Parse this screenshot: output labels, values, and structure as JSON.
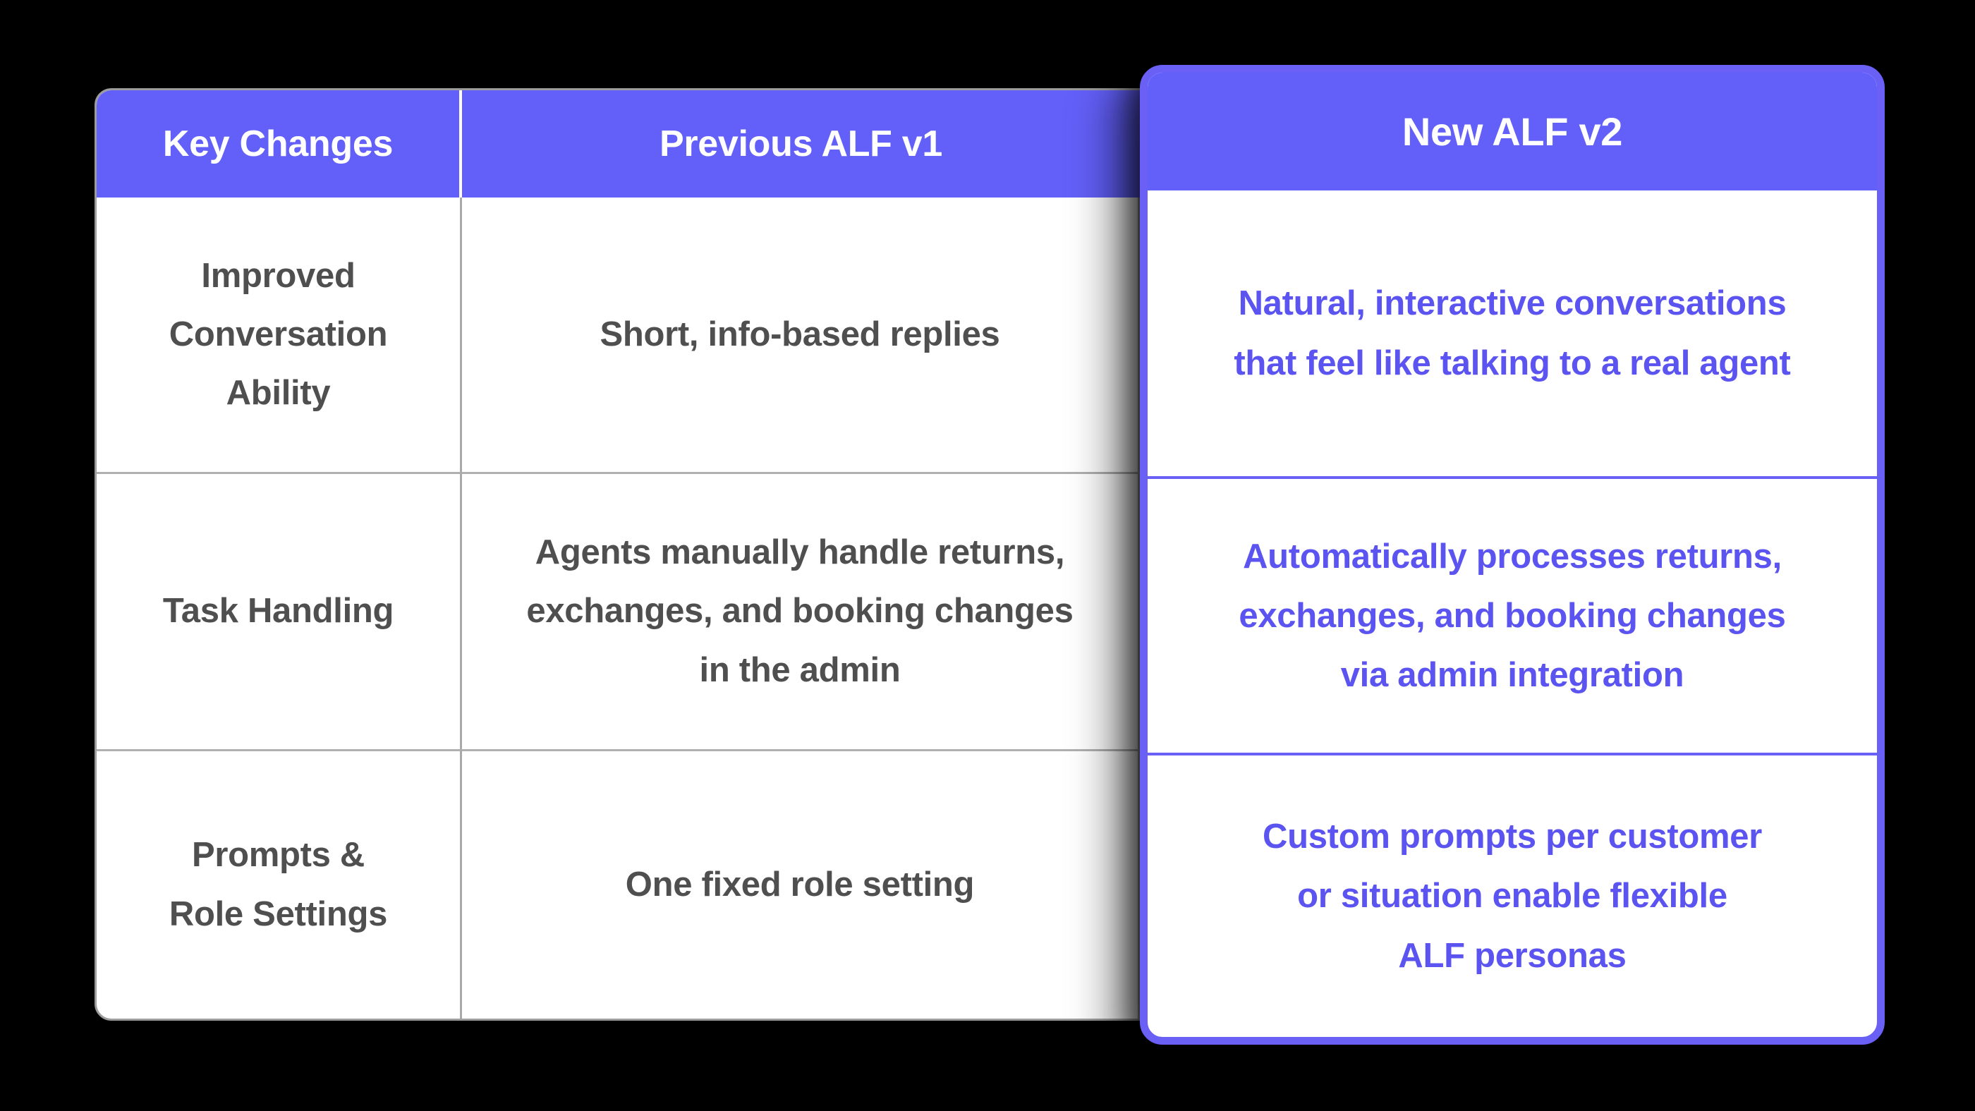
{
  "chart_data": {
    "type": "table",
    "columns": [
      "Key Changes",
      "Previous ALF v1",
      "New ALF v2"
    ],
    "rows": [
      {
        "key_change": "Improved\nConversation\nAbility",
        "previous_v1": "Short, info-based replies",
        "new_v2": "Natural, interactive conversations\nthat feel like talking to a real agent"
      },
      {
        "key_change": "Task Handling",
        "previous_v1": "Agents manually handle returns,\nexchanges, and booking changes\nin the admin",
        "new_v2": "Automatically processes returns,\nexchanges, and booking changes\nvia admin integration"
      },
      {
        "key_change": "Prompts &\nRole Settings",
        "previous_v1": "One fixed role setting",
        "new_v2": "Custom prompts per customer\nor situation enable flexible\nALF personas"
      }
    ],
    "layout_hints": {
      "highlighted_column": "New ALF v2",
      "highlight_style": "raised card with purple border and drop shadow"
    }
  },
  "colors": {
    "background": "#000000",
    "header_fill_purple": "#6360FA",
    "card_border_purple": "#6A60F5",
    "v2_text_purple": "#5B54F0",
    "v1_text_gray": "#4F4F4F",
    "table_border_gray": "#9C9C9C",
    "table_background": "#FFFFFF"
  }
}
